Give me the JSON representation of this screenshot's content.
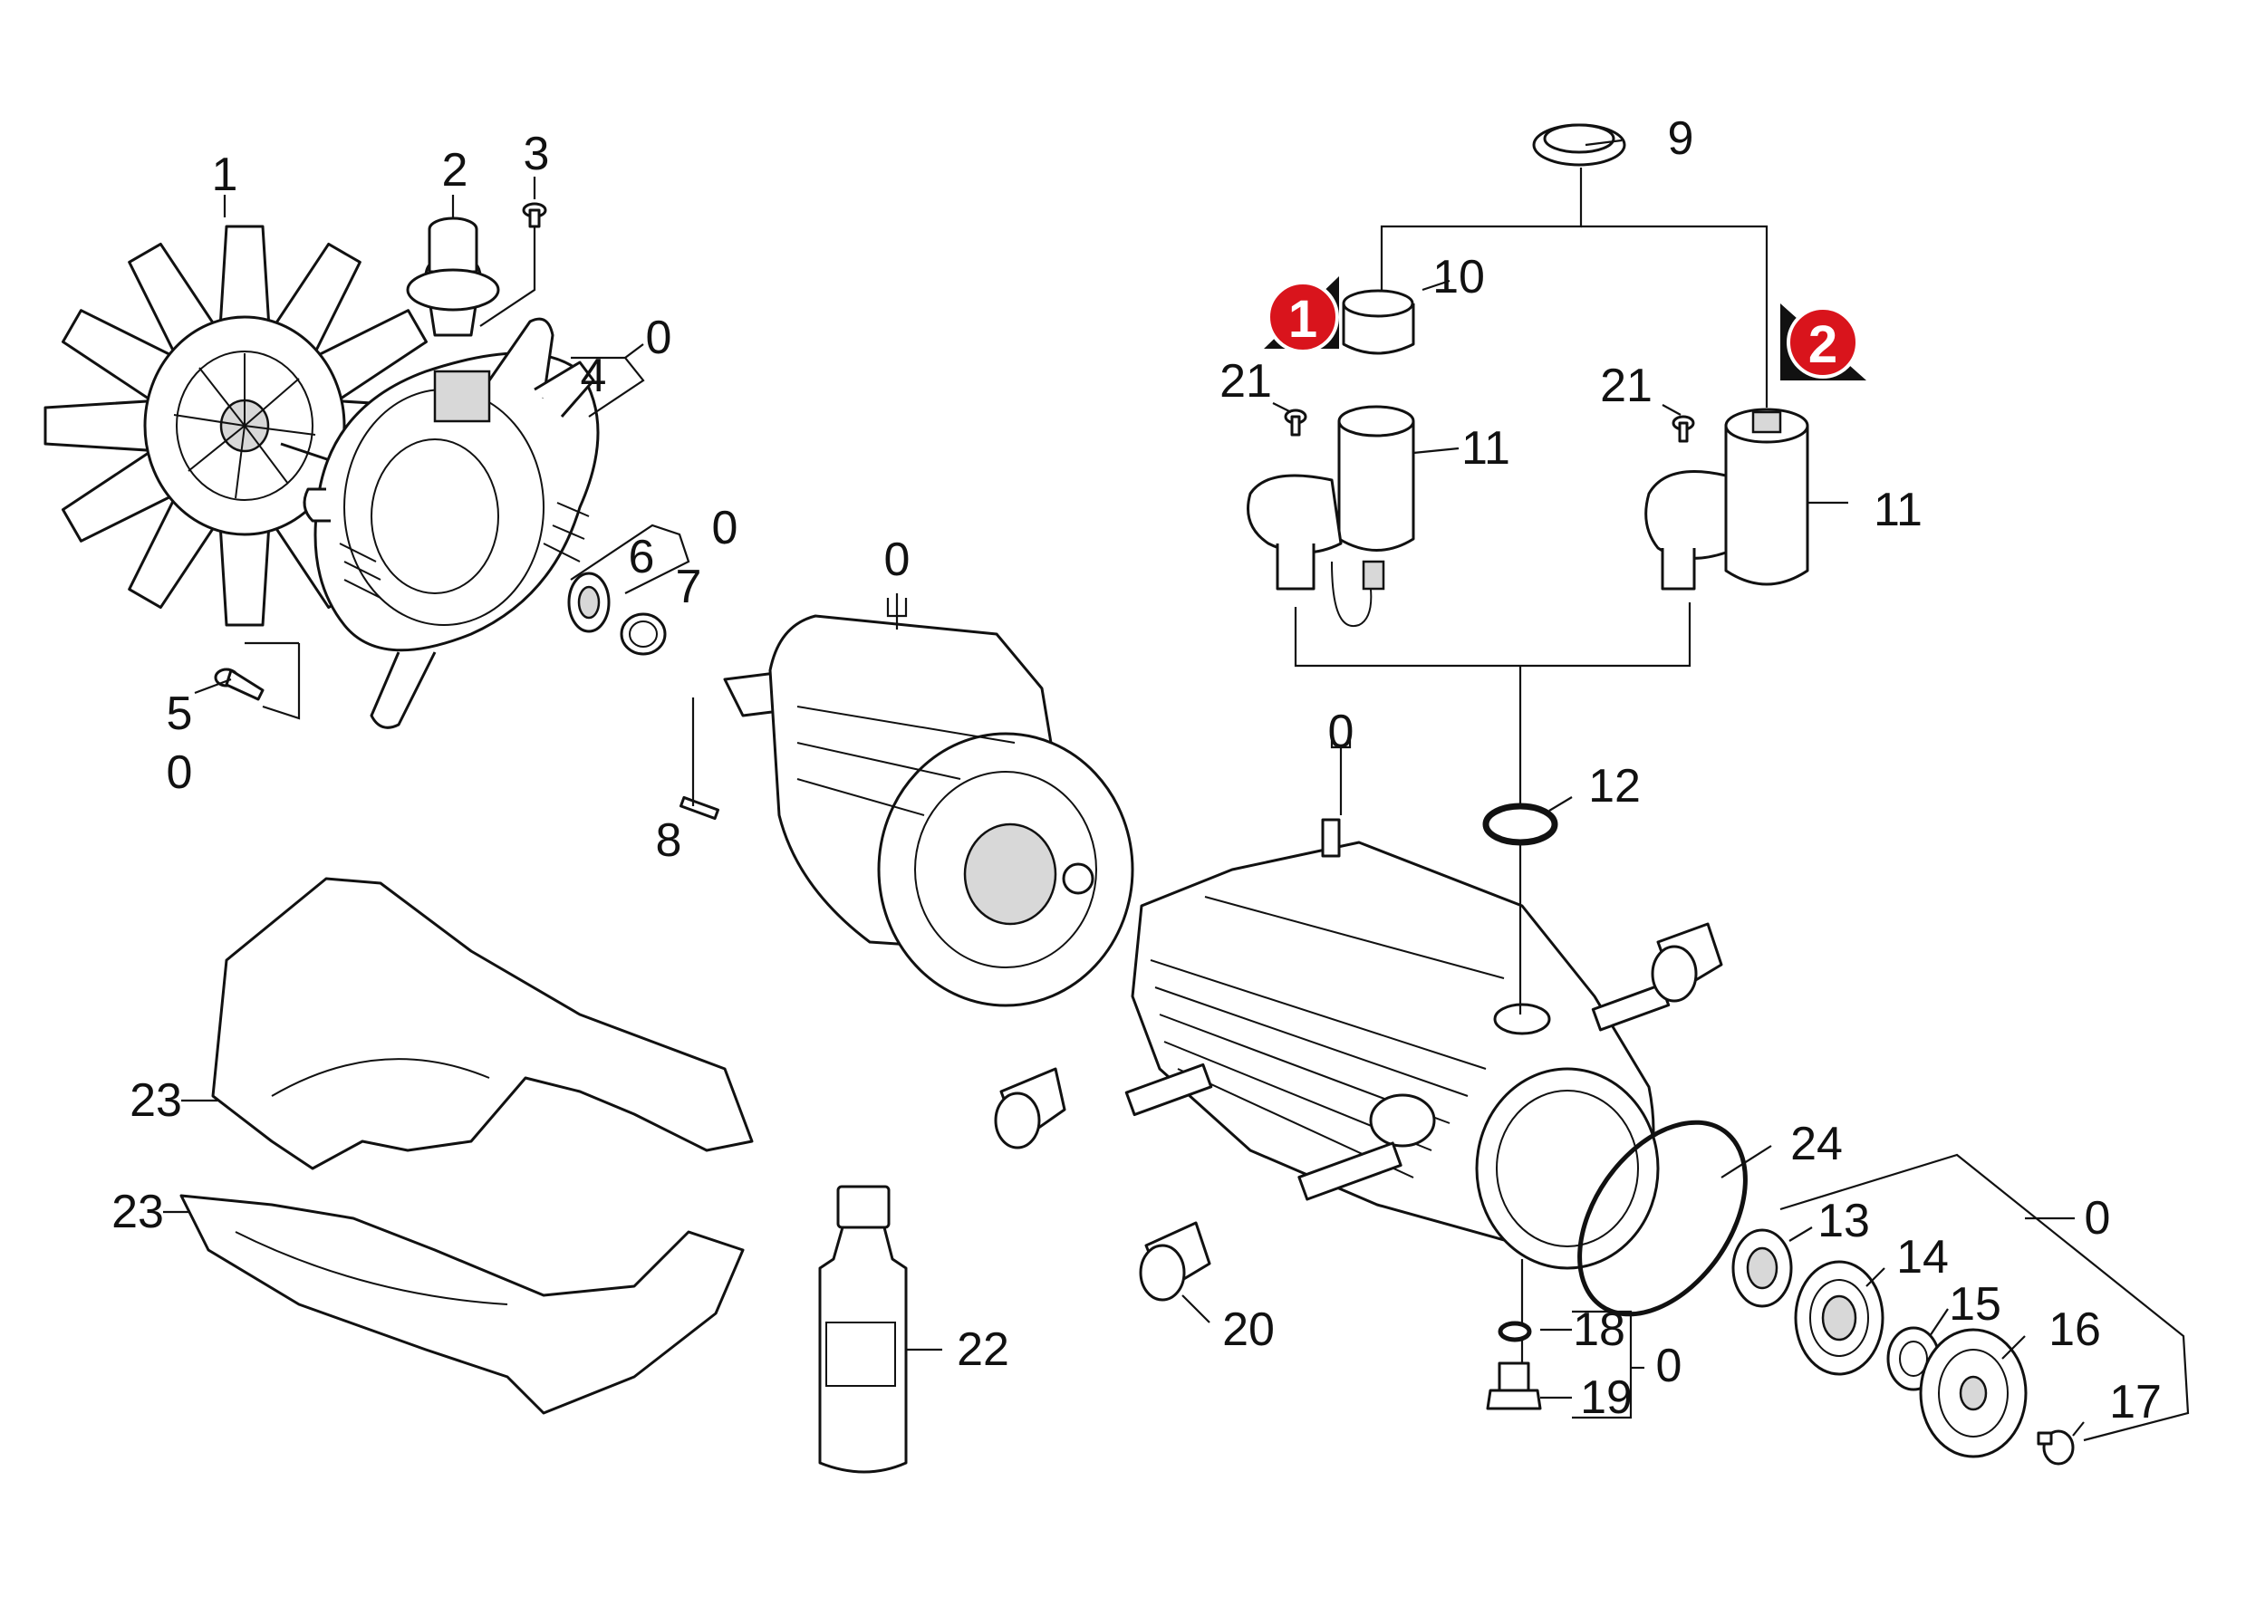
{
  "callouts": [
    {
      "id": "1",
      "text": "1"
    },
    {
      "id": "2",
      "text": "2"
    },
    {
      "id": "3",
      "text": "3"
    },
    {
      "id": "4",
      "text": "4"
    },
    {
      "id": "5",
      "text": "5"
    },
    {
      "id": "6",
      "text": "6"
    },
    {
      "id": "7",
      "text": "7"
    },
    {
      "id": "8",
      "text": "8"
    },
    {
      "id": "9",
      "text": "9"
    },
    {
      "id": "10",
      "text": "10"
    },
    {
      "id": "11a",
      "text": "11"
    },
    {
      "id": "11b",
      "text": "11"
    },
    {
      "id": "12",
      "text": "12"
    },
    {
      "id": "13",
      "text": "13"
    },
    {
      "id": "14",
      "text": "14"
    },
    {
      "id": "15",
      "text": "15"
    },
    {
      "id": "16",
      "text": "16"
    },
    {
      "id": "17",
      "text": "17"
    },
    {
      "id": "18",
      "text": "18"
    },
    {
      "id": "19",
      "text": "19"
    },
    {
      "id": "20",
      "text": "20"
    },
    {
      "id": "21a",
      "text": "21"
    },
    {
      "id": "21b",
      "text": "21"
    },
    {
      "id": "22",
      "text": "22"
    },
    {
      "id": "23a",
      "text": "23"
    },
    {
      "id": "23b",
      "text": "23"
    },
    {
      "id": "24",
      "text": "24"
    },
    {
      "id": "0-4",
      "text": "0"
    },
    {
      "id": "0-67",
      "text": "0"
    },
    {
      "id": "0-motor",
      "text": "0"
    },
    {
      "id": "0-5",
      "text": "0"
    },
    {
      "id": "0-housing",
      "text": "0"
    },
    {
      "id": "0-1819",
      "text": "0"
    },
    {
      "id": "0-1317",
      "text": "0"
    }
  ],
  "variant_badges": [
    {
      "id": "variant-1",
      "text": "1",
      "color": "#d9141c"
    },
    {
      "id": "variant-2",
      "text": "2",
      "color": "#d9141c"
    }
  ],
  "colors": {
    "line": "#111111",
    "badge": "#d9141c",
    "shading": "#d8d8d8",
    "background": "#ffffff"
  }
}
